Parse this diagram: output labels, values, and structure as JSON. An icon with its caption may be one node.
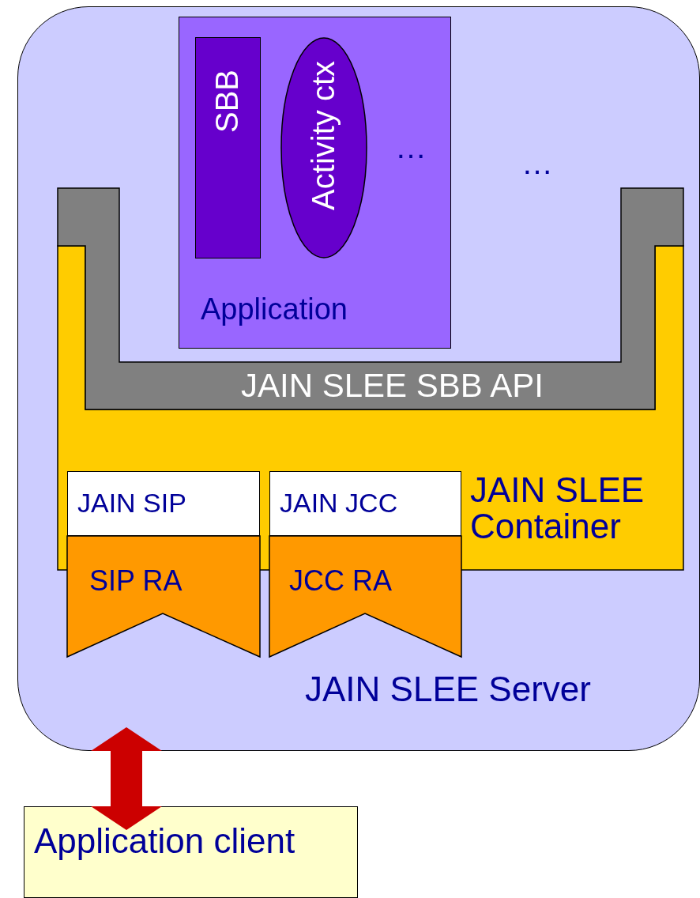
{
  "diagram": {
    "nodes": [
      {
        "text": [
          "JAIN SLEE Server"
        ]
      },
      {
        "text": [
          "JAIN SLEE Container"
        ],
        "in": 0
      },
      {
        "text": [
          "JAIN SLEE SBB API"
        ],
        "in": 0
      },
      {
        "text": [
          "Application"
        ],
        "in": 0
      },
      {
        "text": [
          "SBB"
        ],
        "in": 3
      },
      {
        "text": [
          "Activity ctx"
        ],
        "in": 3
      },
      {
        "text": [
          "JAIN SIP"
        ],
        "in": 1
      },
      {
        "text": [
          "SIP RA"
        ],
        "in": 0
      },
      {
        "text": [
          "JAIN JCC"
        ],
        "in": 1
      },
      {
        "text": [
          "JCC RA"
        ],
        "in": 0
      },
      {
        "text": [
          "Application client"
        ]
      }
    ],
    "edges": [
      {
        "from": 10,
        "to": 0,
        "arrow": "both",
        "color": "#cc0000"
      }
    ],
    "labels": [
      "…",
      "…"
    ]
  }
}
